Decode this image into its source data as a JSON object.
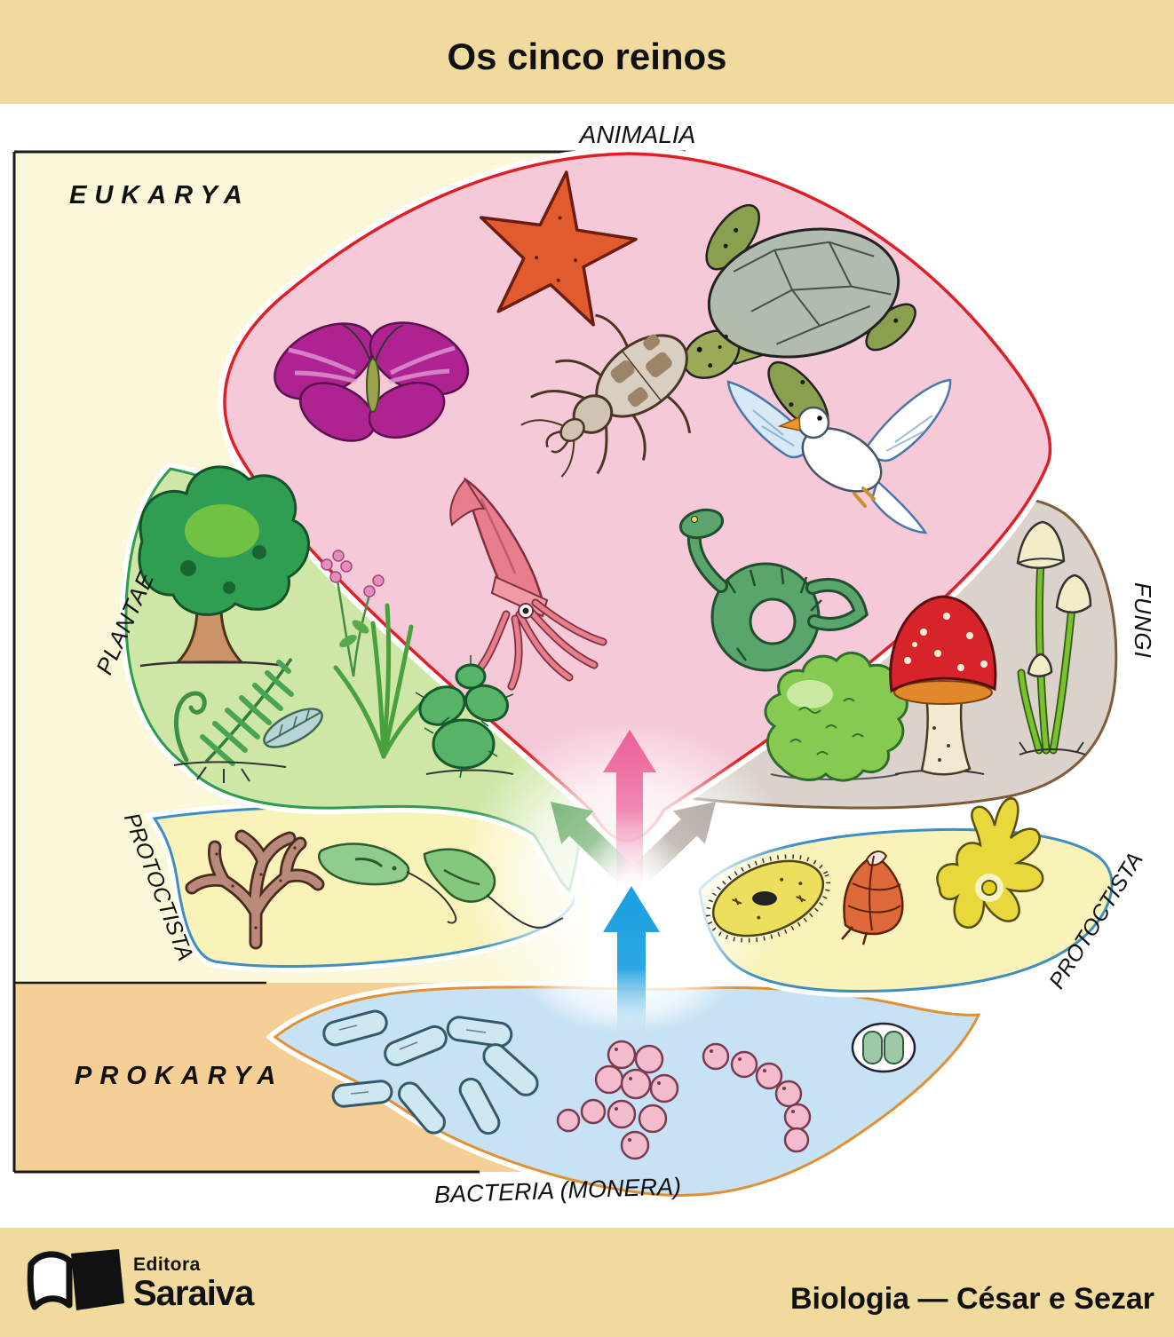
{
  "header": {
    "title": "Os cinco reinos",
    "band_color": "#f1da9d"
  },
  "domains": {
    "eukarya_label": "EUKARYA",
    "prokarya_label": "PROKARYA"
  },
  "backgrounds": {
    "page": "#ffffff",
    "eukarya_area": "#fbf8d9",
    "prokarya_area": "#f6cf97",
    "box_border": "#1a1a1a"
  },
  "kingdoms": {
    "animalia": {
      "label": "ANIMALIA",
      "fill": "#f5c9d8",
      "border": "#de2026",
      "organisms": [
        "starfish",
        "sea-turtle",
        "butterfly",
        "beetle",
        "dove",
        "squid",
        "snake"
      ]
    },
    "plantae": {
      "label": "PLANTAE",
      "fill": "#cee7a6",
      "border": "#2f9b50",
      "organisms": [
        "tree",
        "flowering-plant",
        "fern",
        "grass",
        "leaf",
        "cactus"
      ]
    },
    "fungi": {
      "label": "FUNGI",
      "fill": "#dbd2cc",
      "border": "#7d5c3b",
      "organisms": [
        "lichen",
        "fly-agaric-mushroom",
        "tall-mushrooms"
      ]
    },
    "protoctista_left": {
      "label": "PROTOCTISTA",
      "fill": "#f9f3ba",
      "border": "#3e8ec4",
      "organisms": [
        "branching-alga",
        "euglena",
        "flagellate"
      ]
    },
    "protoctista_right": {
      "label": "PROTOCTISTA",
      "fill": "#f9f3ba",
      "border": "#3e8ec4",
      "organisms": [
        "paramecium",
        "dinoflagellate",
        "amoeba"
      ]
    },
    "bacteria": {
      "label": "BACTERIA (MONERA)",
      "fill": "#c6e2f4",
      "border": "#e19032",
      "organisms": [
        "bacilli-rods",
        "cocci-cluster",
        "cocci-chain",
        "diplococcus"
      ]
    }
  },
  "arrows": {
    "to_animalia": "#ec5e97",
    "to_plantae": "#7cb87c",
    "to_fungi": "#b6ada6",
    "from_bacteria": "#1b9fe0"
  },
  "footer": {
    "publisher_small": "Editora",
    "publisher_large": "Saraiva",
    "credit": "Biologia — César e Sezar"
  }
}
